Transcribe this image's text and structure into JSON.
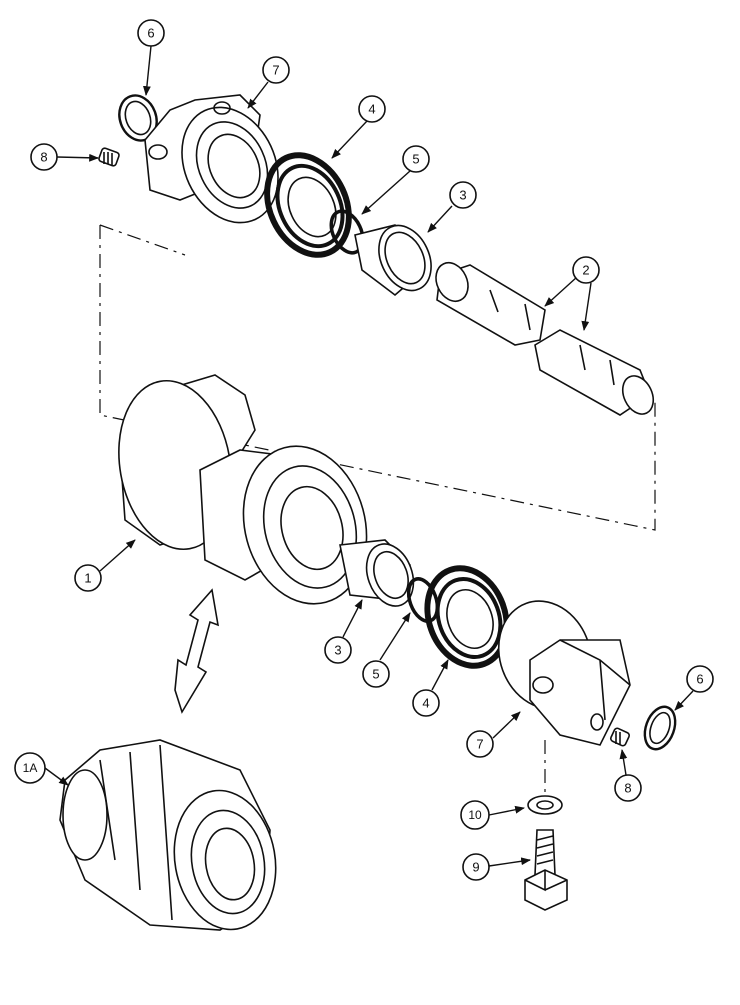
{
  "diagram": {
    "callouts": {
      "c6_top": "6",
      "c7_top": "7",
      "c8_top": "8",
      "c4_top": "4",
      "c5_top": "5",
      "c3_top": "3",
      "c2": "2",
      "c1": "1",
      "c1a": "1A",
      "c3_bot": "3",
      "c5_bot": "5",
      "c4_bot": "4",
      "c7_bot": "7",
      "c6_bot": "6",
      "c8_bot": "8",
      "c10": "10",
      "c9": "9"
    }
  }
}
